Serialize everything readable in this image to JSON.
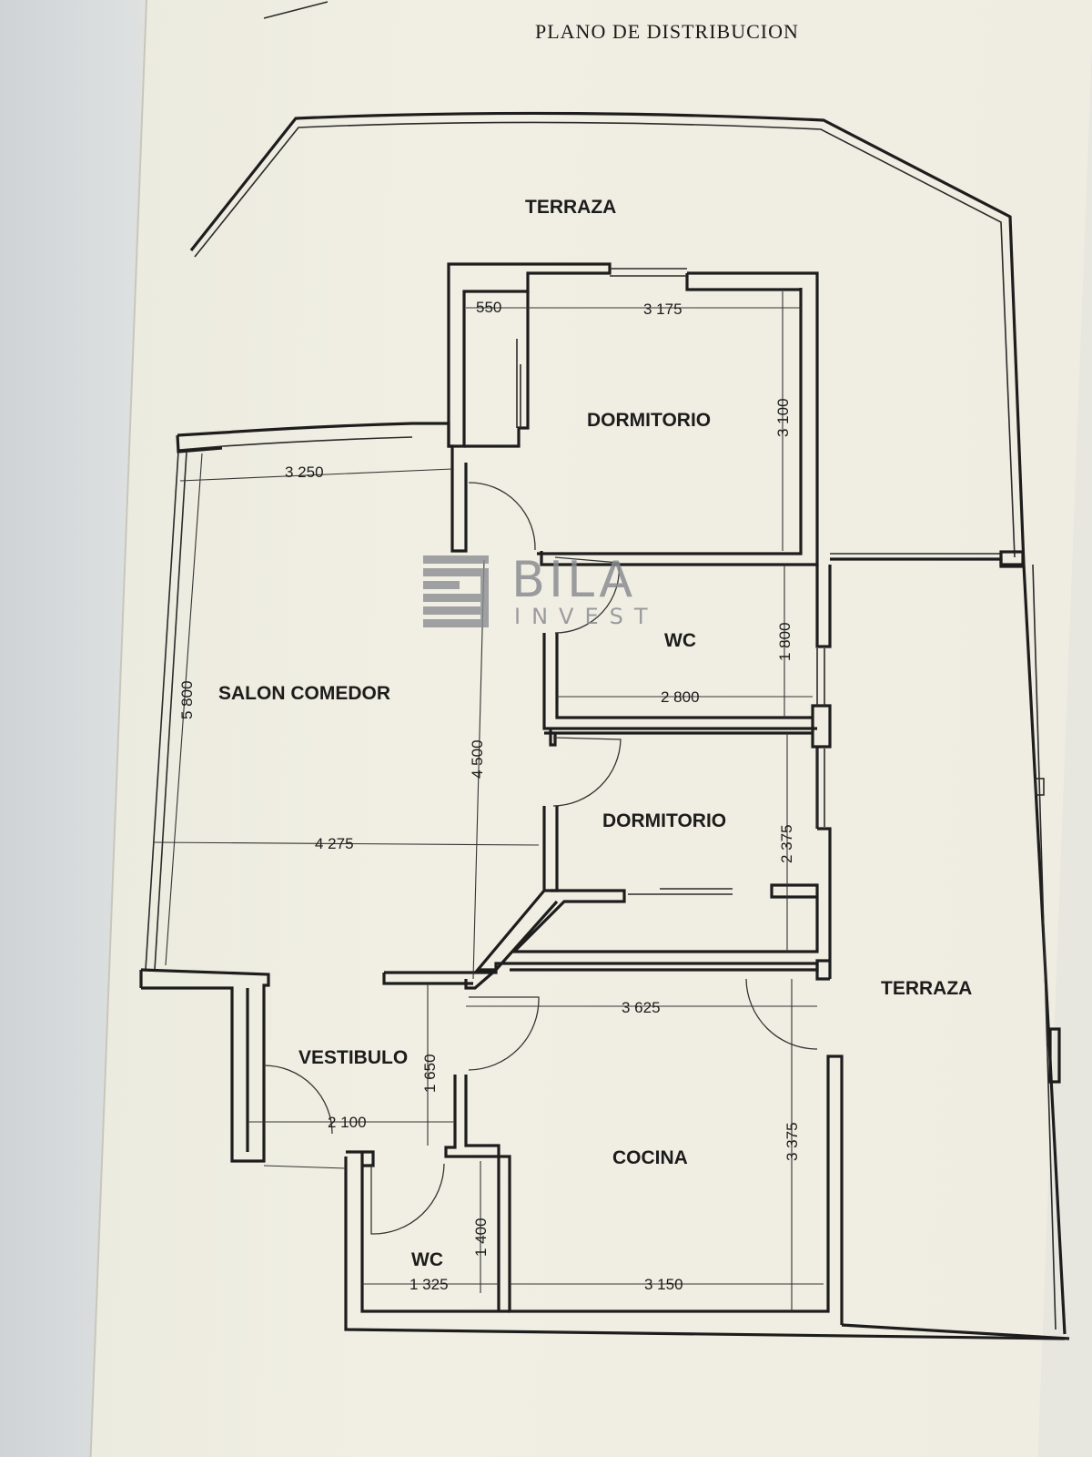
{
  "plan": {
    "title": "PLANO DE DISTRIBUCION",
    "rooms": {
      "terraza_top": "TERRAZA",
      "terraza_right": "TERRAZA",
      "dormitorio_1": "DORMITORIO",
      "dormitorio_2": "DORMITORIO",
      "wc_1": "WC",
      "wc_2": "WC",
      "salon": "SALON COMEDOR",
      "vestibulo": "VESTIBULO",
      "cocina": "COCINA"
    },
    "dimensions": {
      "d550": "550",
      "d3175": "3 175",
      "d3100": "3 100",
      "d3250": "3 250",
      "d1800": "1 800",
      "d2800": "2 800",
      "d5800": "5 800",
      "d4500": "4 500",
      "d4275": "4 275",
      "d2375": "2 375",
      "d3625": "3 625",
      "d1650": "1 650",
      "d2100": "2 100",
      "d3375": "3 375",
      "d1400": "1 400",
      "d1325": "1 325",
      "d3150": "3 150"
    }
  },
  "watermark": {
    "brand": "BILA",
    "sub": "INVEST"
  }
}
